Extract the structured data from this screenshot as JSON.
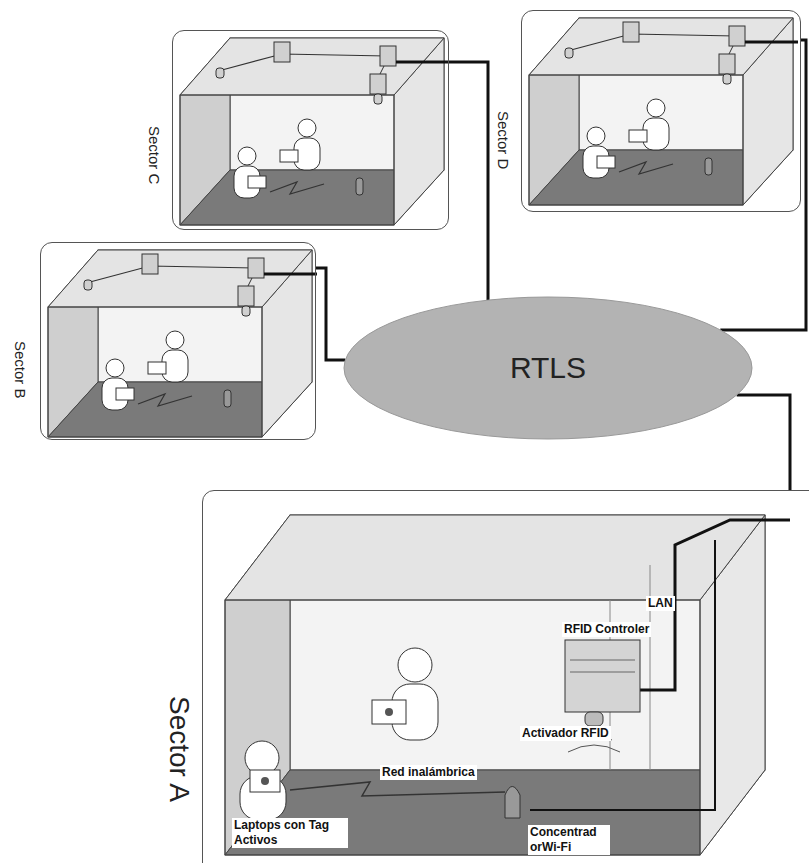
{
  "diagram": {
    "nodes": [
      {
        "text": [
          "Sector C"
        ]
      },
      {
        "text": [
          "Sector D"
        ]
      },
      {
        "text": [
          "Sector B"
        ]
      },
      {
        "text": [
          "RTLS"
        ]
      },
      {
        "text": [
          "Sector A"
        ]
      }
    ],
    "edges": [
      {
        "from": 0,
        "to": 3,
        "arrow": "none"
      },
      {
        "from": 1,
        "to": 3,
        "arrow": "none"
      },
      {
        "from": 2,
        "to": 3,
        "arrow": "none"
      },
      {
        "from": 4,
        "to": 3,
        "arrow": "none"
      }
    ],
    "labels": [
      "RFID Controler",
      "LAN",
      "Activador RFID",
      "Red inalámbrica",
      "Laptops con Tag Activos",
      "Concentrad orWi-Fi"
    ]
  }
}
